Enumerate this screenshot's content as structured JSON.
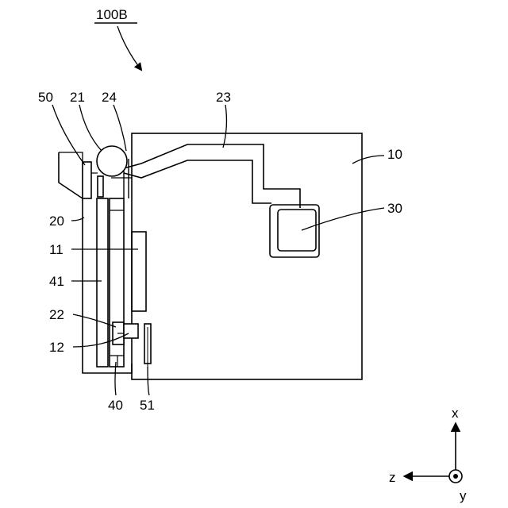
{
  "figure": {
    "title_ref": "100B",
    "labels": {
      "l50": "50",
      "l21": "21",
      "l24": "24",
      "l23": "23",
      "l10": "10",
      "l30": "30",
      "l20": "20",
      "l11": "11",
      "l41": "41",
      "l22": "22",
      "l12": "12",
      "l40": "40",
      "l51": "51"
    },
    "axes": {
      "x": "x",
      "z": "z",
      "y": "y"
    }
  }
}
